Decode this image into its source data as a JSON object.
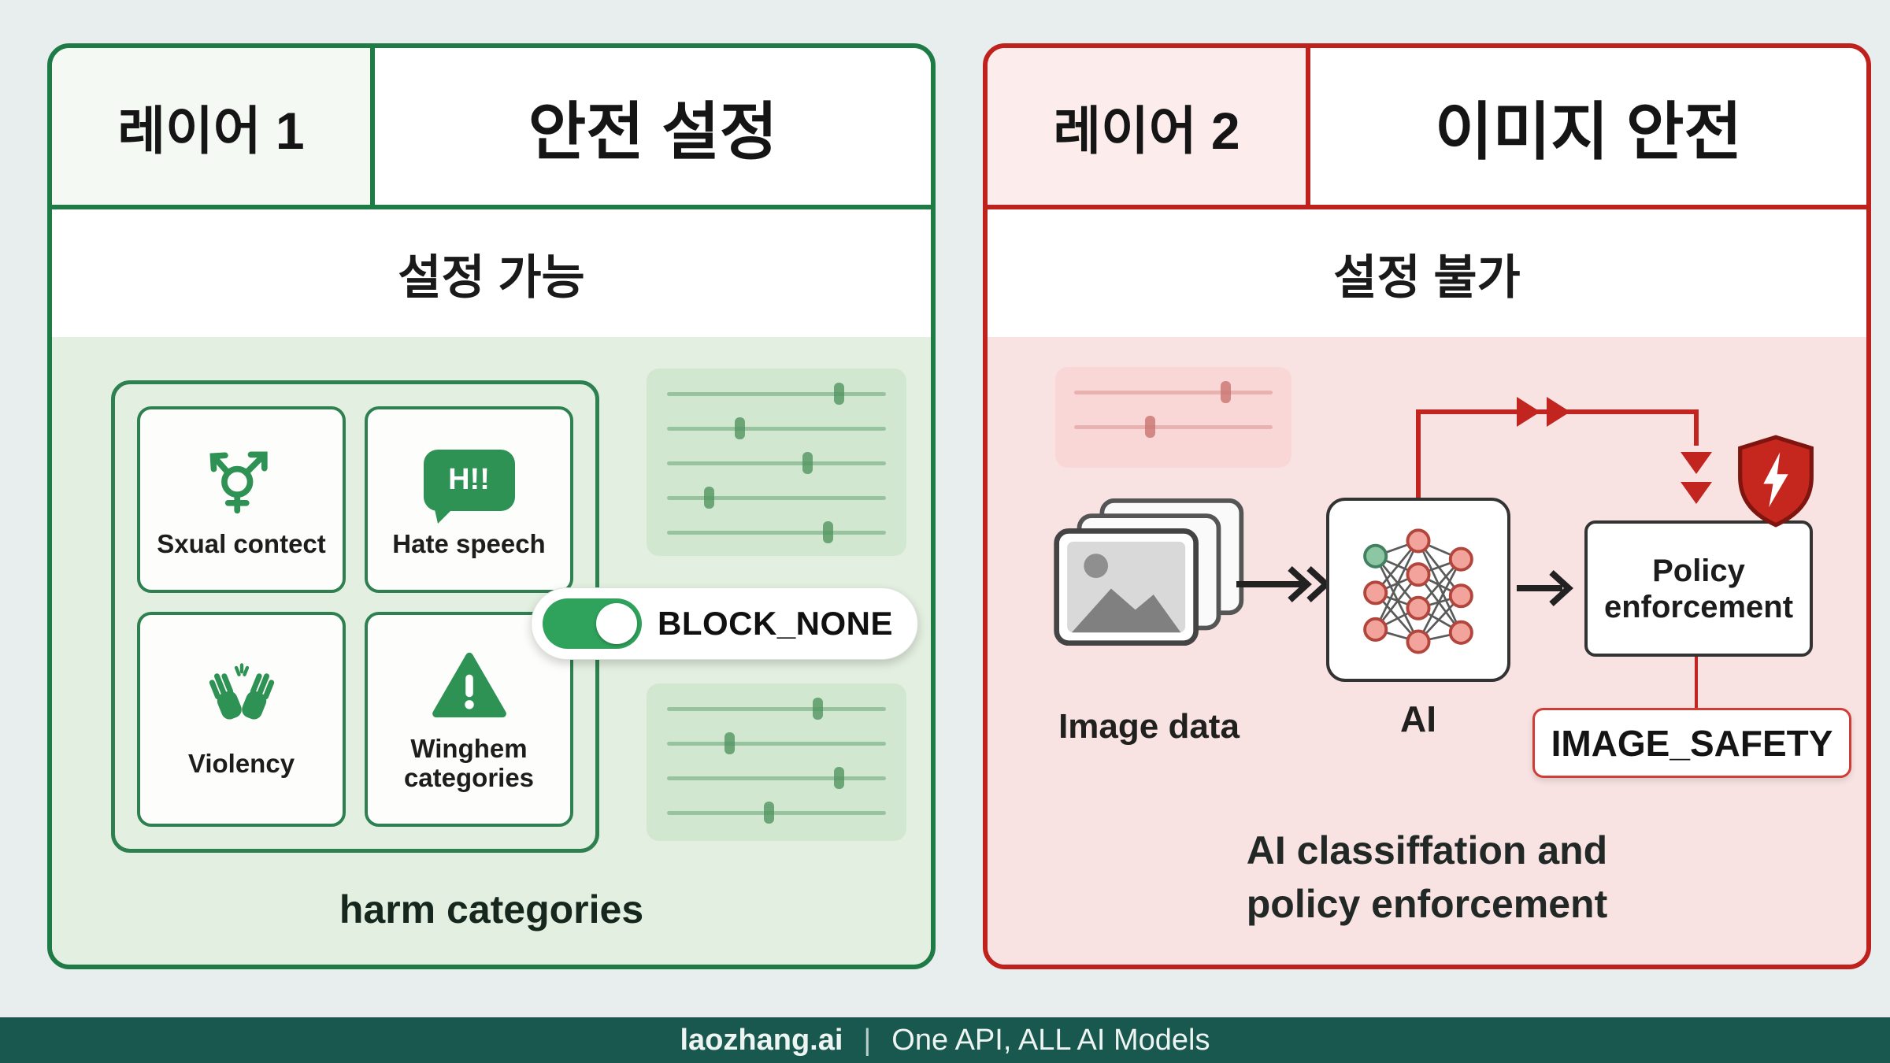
{
  "page": {
    "background": "#e8edee"
  },
  "layer1": {
    "accent": "#1e7b45",
    "panel_background": "#e3efe0",
    "header": {
      "badge": "레이어 1",
      "title": "안전 설정"
    },
    "subheader": "설정 가능",
    "harm_box": {
      "cards": [
        {
          "icon": "gender-symbol-icon",
          "label": "Sxual contect"
        },
        {
          "icon": "speech-bubble-icon",
          "bubble_text": "H!!",
          "label": "Hate speech"
        },
        {
          "icon": "clapping-hands-icon",
          "label": "Violency"
        },
        {
          "icon": "warning-triangle-icon",
          "label": "Winghem categories"
        }
      ],
      "caption": "harm categories"
    },
    "toggle": {
      "label": "BLOCK_NONE",
      "state": "on",
      "color": "#2fa25c"
    }
  },
  "layer2": {
    "accent": "#bf221d",
    "panel_background": "#f8e3e2",
    "header": {
      "badge": "레이어 2",
      "title": "이미지 안전"
    },
    "subheader": "설정 불가",
    "flow": {
      "image_stack_label": "Image data",
      "ai_label": "AI",
      "policy_box_label": "Policy enforcement",
      "safety_badge": "IMAGE_SAFETY",
      "caption_line1": "AI classiffation and",
      "caption_line2": "policy enforcement",
      "icons": [
        "photo-stack-icon",
        "neural-network-icon",
        "shield-icon",
        "red-arrow-icons",
        "black-arrow-icons"
      ]
    }
  },
  "footer": {
    "brand": "laozhang.ai",
    "separator": "|",
    "tagline": "One API, ALL AI Models",
    "background": "#18584e"
  }
}
